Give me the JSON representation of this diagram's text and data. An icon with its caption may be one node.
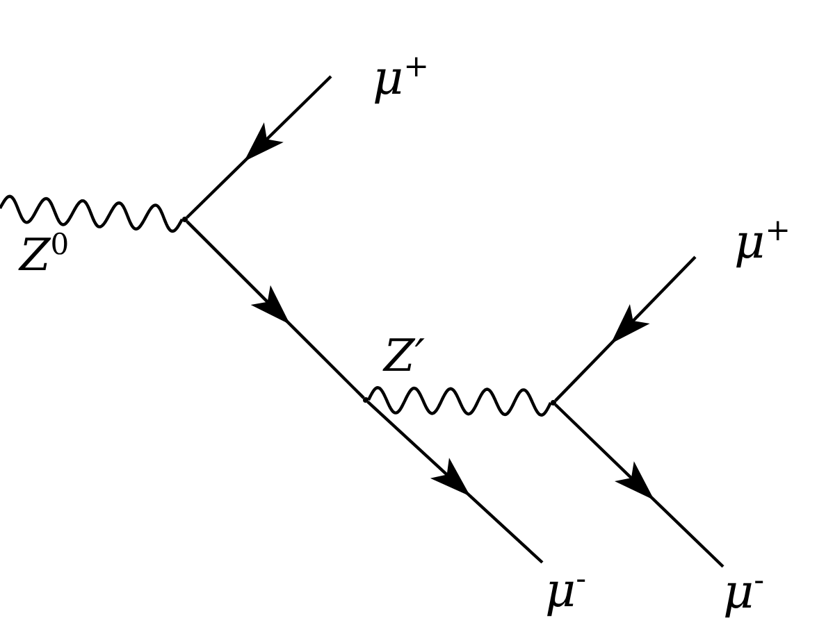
{
  "diagram": {
    "nodes": [
      {
        "text": [
          "μ$^{+}$"
        ]
      },
      {
        "text": [],
        "shape": "point"
      },
      {
        "text": [],
        "shape": "point"
      },
      {
        "text": [
          "μ$^{-}$"
        ]
      },
      {
        "text": [
          "μ$^{+}$"
        ]
      },
      {
        "text": [],
        "shape": "point"
      },
      {
        "text": [
          "μ$^{-}$"
        ]
      }
    ],
    "edges": [
      {
        "from": null,
        "to": 1,
        "arrow": "none",
        "label": "Z$^{0}$"
      },
      {
        "from": 0,
        "to": 1,
        "arrow": "to"
      },
      {
        "from": 1,
        "to": 2,
        "arrow": "to"
      },
      {
        "from": 2,
        "to": 3,
        "arrow": "to"
      },
      {
        "from": 2,
        "to": 5,
        "arrow": "none",
        "label": "Z′"
      },
      {
        "from": 4,
        "to": 5,
        "arrow": "to"
      },
      {
        "from": 5,
        "to": 6,
        "arrow": "to"
      }
    ]
  }
}
